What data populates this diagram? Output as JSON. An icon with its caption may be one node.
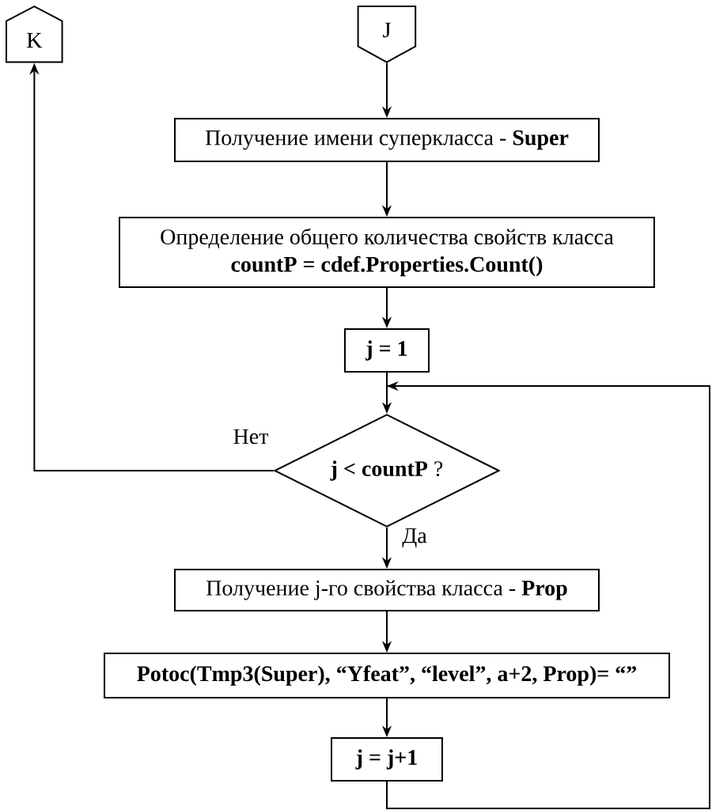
{
  "diagram": {
    "nodes": [
      {
        "text": [
          "K"
        ]
      },
      {
        "text": [
          "J"
        ]
      },
      {
        "text": [
          "Получение имени суперкласса - **Super**"
        ]
      },
      {
        "text": [
          "Определение общего количества свойств класса",
          "countP = cdef.Properties.Count()"
        ]
      },
      {
        "text": [
          "j = 1"
        ]
      },
      {
        "text": [
          "**j < countP** ?"
        ]
      },
      {
        "text": [
          "Получение j-го свойства класса - **Prop**"
        ]
      },
      {
        "text": [
          "Potoc(Tmp3(Super), “Yfeat”, “level”, a+2, Prop)= “”"
        ]
      },
      {
        "text": [
          "j = j+1"
        ]
      }
    ],
    "edges": [
      {
        "from": 1,
        "to": 2,
        "arrow": "to"
      },
      {
        "from": 2,
        "to": 3,
        "arrow": "to"
      },
      {
        "from": 3,
        "to": 4,
        "arrow": "to"
      },
      {
        "from": 4,
        "to": 5,
        "arrow": "to"
      },
      {
        "from": 5,
        "to": 6,
        "arrow": "to",
        "label": "Да"
      },
      {
        "from": 6,
        "to": 7,
        "arrow": "to"
      },
      {
        "from": 7,
        "to": 8,
        "arrow": "to"
      },
      {
        "from": 8,
        "to": 5,
        "arrow": "to"
      },
      {
        "from": 5,
        "to": 0,
        "arrow": "to",
        "label": "Нет"
      }
    ]
  }
}
